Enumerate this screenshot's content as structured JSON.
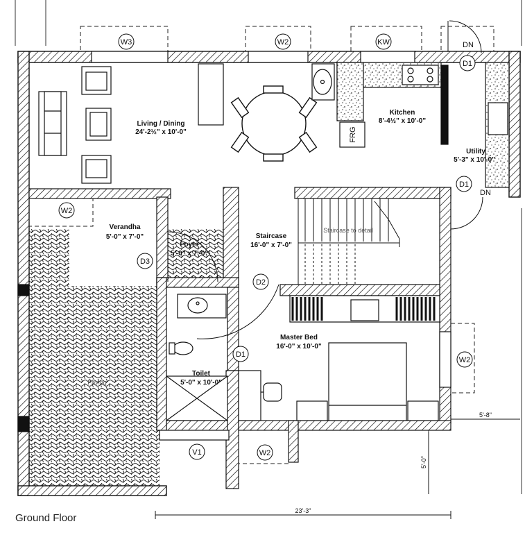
{
  "plan": {
    "title": "Ground Floor",
    "rooms": {
      "living": {
        "name": "Living / Dining",
        "dims": "24'-2½\" x 10'-0\""
      },
      "kitchen": {
        "name": "Kitchen",
        "dims": "8'-4½\" x 10'-0\""
      },
      "utility": {
        "name": "Utility",
        "dims": "5'-3\" x 10'-0\""
      },
      "verandha": {
        "name": "Verandha",
        "dims": "5'-0\" x 7'-0\""
      },
      "foyer": {
        "name": "Foyer",
        "dims": "5'-0\" x 7'-0\""
      },
      "staircase": {
        "name": "Staircase",
        "dims": "16'-0\" x 7'-0\"",
        "note": "Staircase to detail"
      },
      "master_bed": {
        "name": "Master Bed",
        "dims": "16'-0\" x 10'-0\""
      },
      "toilet": {
        "name": "Toilet",
        "dims": "5'-0\" x 10'-0\""
      },
      "paving": {
        "name": "Paving"
      }
    },
    "fixtures": {
      "fridge": "FRG"
    },
    "tags": {
      "w3": "W3",
      "w2_top": "W2",
      "kw": "KW",
      "w2_left": "W2",
      "w2_right": "W2",
      "w2_bottom": "W2",
      "d1_utility": "D1",
      "d1_side": "D1",
      "d1_bed": "D1",
      "d2": "D2",
      "d3": "D3",
      "v1": "V1",
      "dn_top": "DN",
      "dn_bottom": "DN"
    },
    "dimensions": {
      "overall_width": "23'-3\"",
      "side_offset": "5'-8\"",
      "side_height": "5'-0\""
    }
  }
}
